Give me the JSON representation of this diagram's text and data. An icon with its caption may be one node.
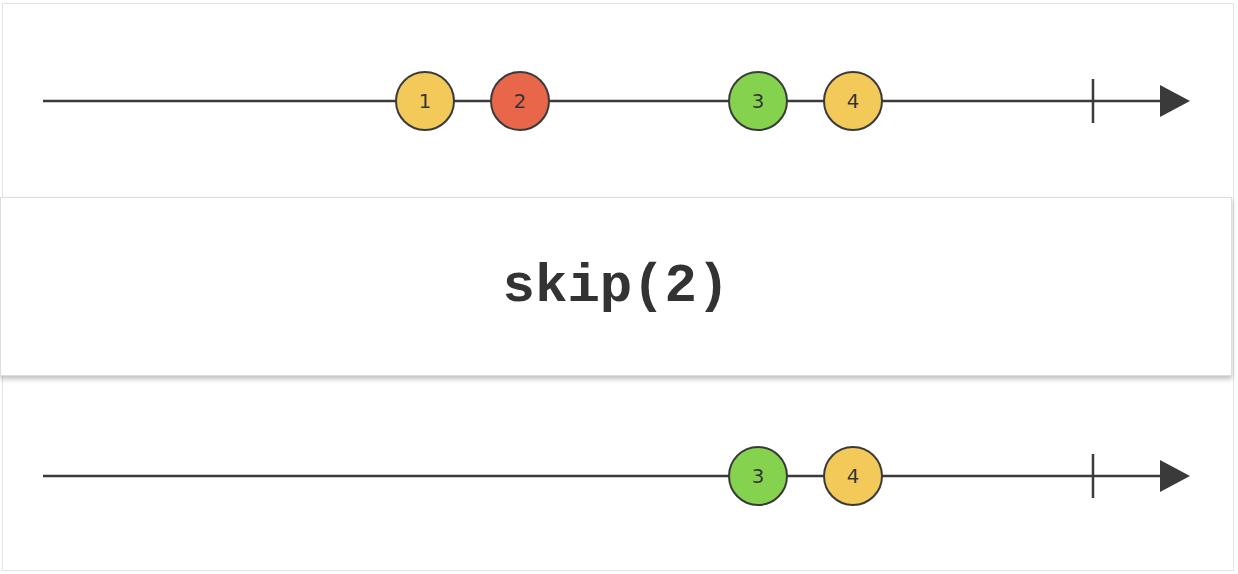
{
  "diagram": {
    "nodes": [
      {
        "text": [
          "1"
        ]
      },
      {
        "text": [
          "2"
        ]
      },
      {
        "text": [
          "3"
        ]
      },
      {
        "text": [
          "4"
        ]
      },
      {
        "text": [
          "skip(2)"
        ]
      },
      {
        "text": [
          "3"
        ]
      },
      {
        "text": [
          "4"
        ]
      }
    ]
  }
}
